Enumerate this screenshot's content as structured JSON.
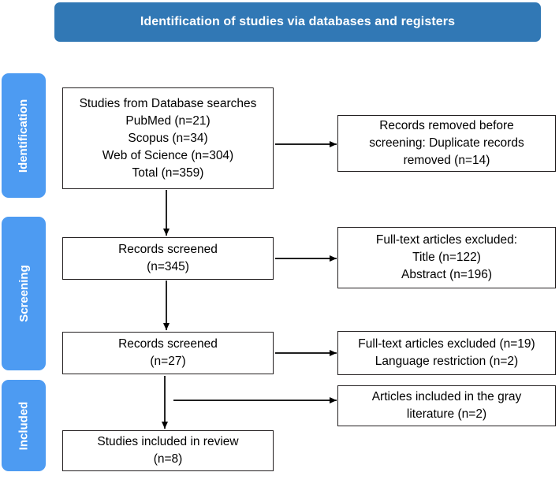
{
  "banner": {
    "title": "Identification of studies via databases and registers",
    "color": "#3178b5"
  },
  "stages": [
    {
      "label": "Identification",
      "color": "#4d9bf2"
    },
    {
      "label": "Screening",
      "color": "#4d9bf2"
    },
    {
      "label": "Included",
      "color": "#4d9bf2"
    }
  ],
  "boxes": {
    "database": {
      "lines": [
        "Studies from Database searches",
        "PubMed (n=21)",
        "Scopus (n=34)",
        "Web of Science (n=304)",
        "Total (n=359)"
      ]
    },
    "duplicates": {
      "lines": [
        "Records removed before",
        "screening: Duplicate records",
        "removed (n=14)"
      ]
    },
    "screened_1": {
      "lines": [
        "Records screened",
        "(n=345)"
      ]
    },
    "excluded_1": {
      "lines": [
        "Full-text articles excluded:",
        "Title (n=122)",
        "Abstract (n=196)"
      ]
    },
    "screened_2": {
      "lines": [
        "Records screened",
        "(n=27)"
      ]
    },
    "excluded_2": {
      "lines": [
        "Full-text articles excluded (n=19)",
        "Language restriction (n=2)"
      ]
    },
    "gray_literature": {
      "lines": [
        "Articles included in the gray",
        "literature (n=2)"
      ]
    },
    "included": {
      "lines": [
        "Studies included in review",
        "(n=8)"
      ]
    }
  },
  "chart_data": {
    "type": "diagram",
    "title": "Identification of studies via databases and registers",
    "diagram_kind": "PRISMA flow diagram",
    "stages": [
      "Identification",
      "Screening",
      "Included"
    ],
    "nodes": [
      {
        "id": "database",
        "stage": "Identification",
        "column": "left",
        "label": "Studies from Database searches",
        "counts": {
          "PubMed": 21,
          "Scopus": 34,
          "Web of Science": 304,
          "Total": 359
        }
      },
      {
        "id": "duplicates",
        "stage": "Identification",
        "column": "right",
        "label": "Records removed before screening: Duplicate records removed",
        "n": 14
      },
      {
        "id": "screened_1",
        "stage": "Screening",
        "column": "left",
        "label": "Records screened",
        "n": 345
      },
      {
        "id": "excluded_1",
        "stage": "Screening",
        "column": "right",
        "label": "Full-text articles excluded",
        "counts": {
          "Title": 122,
          "Abstract": 196
        }
      },
      {
        "id": "screened_2",
        "stage": "Screening",
        "column": "left",
        "label": "Records screened",
        "n": 27
      },
      {
        "id": "excluded_2",
        "stage": "Screening",
        "column": "right",
        "label": "Full-text articles excluded / Language restriction",
        "counts": {
          "Full-text articles excluded": 19,
          "Language restriction": 2
        }
      },
      {
        "id": "gray_literature",
        "stage": "Included",
        "column": "right",
        "label": "Articles included in the gray literature",
        "n": 2
      },
      {
        "id": "included",
        "stage": "Included",
        "column": "left",
        "label": "Studies included in review",
        "n": 8
      }
    ],
    "edges": [
      {
        "from": "database",
        "to": "duplicates",
        "direction": "right"
      },
      {
        "from": "database",
        "to": "screened_1",
        "direction": "down"
      },
      {
        "from": "screened_1",
        "to": "excluded_1",
        "direction": "right"
      },
      {
        "from": "screened_1",
        "to": "screened_2",
        "direction": "down"
      },
      {
        "from": "screened_2",
        "to": "excluded_2",
        "direction": "right"
      },
      {
        "from": "screened_2",
        "to": "included",
        "direction": "down"
      },
      {
        "from": "screened_2",
        "to": "gray_literature",
        "direction": "right"
      }
    ]
  }
}
